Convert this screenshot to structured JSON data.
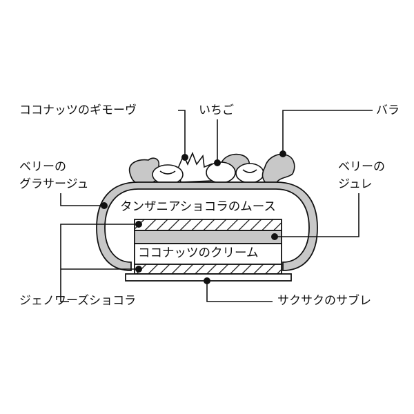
{
  "labels": {
    "marshmallow": "ココナッツのギモーヴ",
    "strawberry": "いちご",
    "rose": "バラ",
    "glacage_1": "ベリーの",
    "glacage_2": "グラサージュ",
    "jelly_1": "ベリーの",
    "jelly_2": "ジュレ",
    "genoise": "ジェノワーズショコラ",
    "sable": "サクサクのサブレ",
    "mousse": "タンザニアショコラのムース",
    "cream": "ココナッツのクリーム"
  },
  "colors": {
    "gray": "#c8c8c8",
    "line": "#111111"
  }
}
